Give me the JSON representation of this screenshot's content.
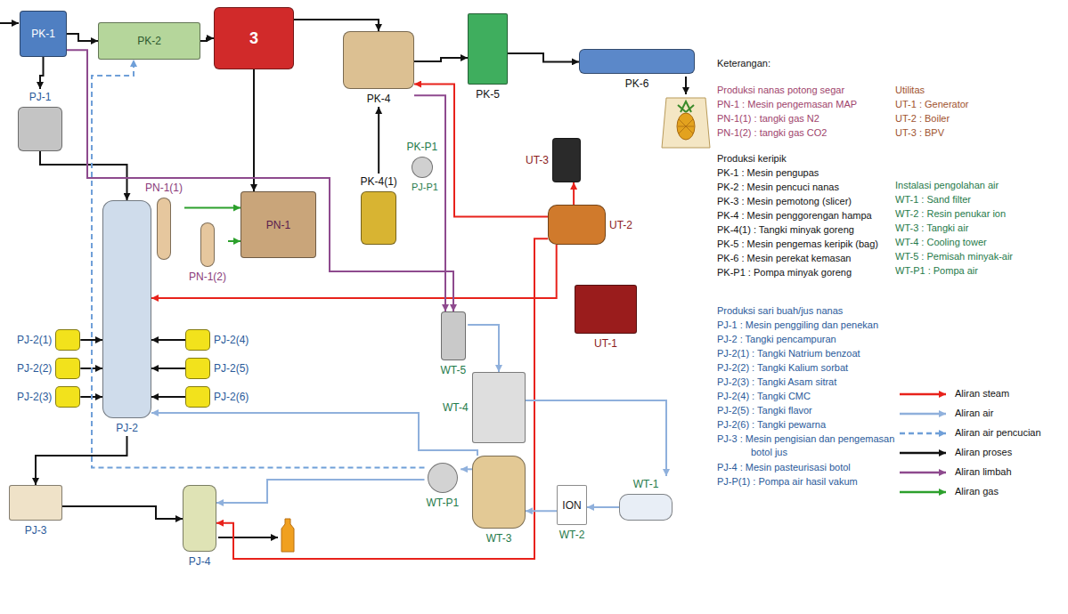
{
  "diagram": {
    "nodes": [
      {
        "text": [
          "PK-1"
        ]
      },
      {
        "text": [
          "PK-2"
        ]
      },
      {
        "text": [
          "3"
        ]
      },
      {
        "text": [
          "PK-4"
        ]
      },
      {
        "text": [
          "PK-5"
        ]
      },
      {
        "text": [
          "PK-6"
        ]
      },
      {
        "text": [
          "PJ-1"
        ]
      },
      {
        "text": [
          "PN-1(1)"
        ]
      },
      {
        "text": [
          "PN-1(2)"
        ]
      },
      {
        "text": [
          "PN-1"
        ]
      },
      {
        "text": [
          "PK-4(1)"
        ]
      },
      {
        "text": [
          "PK-P1"
        ]
      },
      {
        "text": [
          "UT-3"
        ]
      },
      {
        "text": [
          "UT-2"
        ]
      },
      {
        "text": [
          "UT-1"
        ]
      },
      {
        "text": [
          "PJ-2"
        ]
      },
      {
        "text": [
          "PJ-2(1)"
        ]
      },
      {
        "text": [
          "PJ-2(2)"
        ]
      },
      {
        "text": [
          "PJ-2(3)"
        ]
      },
      {
        "text": [
          "PJ-2(4)"
        ]
      },
      {
        "text": [
          "PJ-2(5)"
        ]
      },
      {
        "text": [
          "PJ-2(6)"
        ]
      },
      {
        "text": [
          "WT-5"
        ]
      },
      {
        "text": [
          "WT-4"
        ]
      },
      {
        "text": [
          "PJ-3"
        ]
      },
      {
        "text": [
          "PJ-4"
        ]
      },
      {
        "text": [
          "WT-P1"
        ]
      },
      {
        "text": [
          "WT-3"
        ]
      },
      {
        "text": [
          "ION",
          "WT-2"
        ]
      },
      {
        "text": [
          "WT-1"
        ]
      }
    ],
    "edges": [
      {
        "from": 0,
        "to": 1,
        "arrow": "to"
      },
      {
        "from": 1,
        "to": 2,
        "arrow": "to"
      },
      {
        "from": 2,
        "to": 3,
        "arrow": "to"
      },
      {
        "from": 3,
        "to": 4,
        "arrow": "to"
      },
      {
        "from": 4,
        "to": 5,
        "arrow": "to"
      },
      {
        "from": 0,
        "to": 6,
        "arrow": "to"
      },
      {
        "from": 2,
        "to": 9,
        "arrow": "to"
      },
      {
        "from": 6,
        "to": 15,
        "arrow": "to"
      },
      {
        "from": 16,
        "to": 15,
        "arrow": "to"
      },
      {
        "from": 17,
        "to": 15,
        "arrow": "to"
      },
      {
        "from": 18,
        "to": 15,
        "arrow": "to"
      },
      {
        "from": 19,
        "to": 15,
        "arrow": "to"
      },
      {
        "from": 20,
        "to": 15,
        "arrow": "to"
      },
      {
        "from": 21,
        "to": 15,
        "arrow": "to"
      },
      {
        "from": 15,
        "to": 24,
        "arrow": "to"
      },
      {
        "from": 24,
        "to": 25,
        "arrow": "to"
      },
      {
        "from": 10,
        "to": 3,
        "arrow": "to"
      },
      {
        "from": 7,
        "to": 9,
        "arrow": "to"
      },
      {
        "from": 8,
        "to": 9,
        "arrow": "to"
      },
      {
        "from": 13,
        "to": 3,
        "arrow": "to"
      },
      {
        "from": 13,
        "to": 12,
        "arrow": "to"
      },
      {
        "from": 13,
        "to": 15,
        "arrow": "to"
      },
      {
        "from": 13,
        "to": 25,
        "arrow": "to"
      },
      {
        "from": 22,
        "to": 23,
        "arrow": "to"
      },
      {
        "from": 23,
        "to": 29,
        "arrow": "to"
      },
      {
        "from": 29,
        "to": 28,
        "arrow": "to"
      },
      {
        "from": 28,
        "to": 27,
        "arrow": "to"
      },
      {
        "from": 27,
        "to": 26,
        "arrow": "to"
      },
      {
        "from": 26,
        "to": 25,
        "arrow": "to"
      },
      {
        "from": 27,
        "to": 15,
        "arrow": "to"
      },
      {
        "from": 0,
        "to": 22,
        "arrow": "to"
      },
      {
        "from": 3,
        "to": 22,
        "arrow": "to"
      },
      {
        "from": 26,
        "to": 1,
        "arrow": "to"
      }
    ],
    "labels": [
      "Keterangan:",
      "Produksi nanas potong segar",
      "PN-1 : Mesin pengemasan MAP",
      "PN-1(1) : tangki gas N2",
      "PN-1(2) : tangki gas CO2",
      "Produksi keripik",
      "PK-1 : Mesin pengupas",
      "PK-2 : Mesin pencuci nanas",
      "PK-3 : Mesin pemotong (slicer)",
      "PK-4 : Mesin penggorengan hampa",
      "PK-4(1) : Tangki minyak goreng",
      "PK-5 : Mesin pengemas keripik (bag)",
      "PK-6 : Mesin perekat kemasan",
      "PK-P1 : Pompa minyak goreng",
      "Produksi sari buah/jus nanas",
      "PJ-1 : Mesin penggiling dan penekan",
      "PJ-2 : Tangki pencampuran",
      "PJ-2(1) : Tangki Natrium benzoat",
      "PJ-2(2) : Tangki Kalium sorbat",
      "PJ-2(3) : Tangki Asam sitrat",
      "PJ-2(4) : Tangki CMC",
      "PJ-2(5) : Tangki flavor",
      "PJ-2(6) : Tangki pewarna",
      "PJ-3 : Mesin pengisian dan pengemasan botol jus",
      "PJ-4 : Mesin pasteurisasi botol",
      "PJ-P(1) : Pompa air hasil vakum",
      "Utilitas",
      "UT-1 : Generator",
      "UT-2 : Boiler",
      "UT-3 : BPV",
      "Instalasi pengolahan air",
      "WT-1 : Sand filter",
      "WT-2 : Resin penukar ion",
      "WT-3 : Tangki air",
      "WT-4 : Cooling tower",
      "WT-5 : Pemisah minyak-air",
      "WT-P1 : Pompa air",
      "PJ-P1"
    ],
    "legend": [
      {
        "text": "Aliran steam"
      },
      {
        "text": "Aliran air"
      },
      {
        "text": "Aliran air pencucian"
      },
      {
        "text": "Aliran proses"
      },
      {
        "text": "Aliran limbah"
      },
      {
        "text": "Aliran gas"
      }
    ]
  }
}
